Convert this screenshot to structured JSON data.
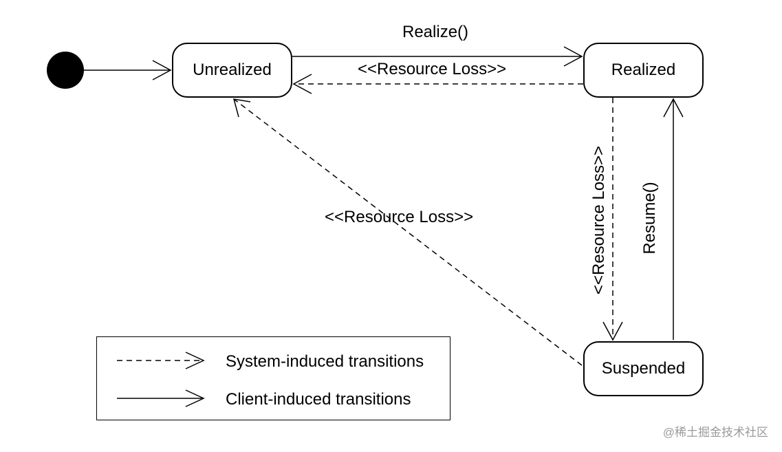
{
  "states": {
    "unrealized": "Unrealized",
    "realized": "Realized",
    "suspended": "Suspended"
  },
  "transitions": {
    "realize": "Realize()",
    "resource_loss_top": "<<Resource Loss>>",
    "resource_loss_diagonal": "<<Resource Loss>>",
    "resource_loss_vertical": "<<Resource Loss>>",
    "resume": "Resume()"
  },
  "legend": {
    "system": "System-induced transitions",
    "client": "Client-induced transitions"
  },
  "watermark": "@稀土掘金技术社区"
}
